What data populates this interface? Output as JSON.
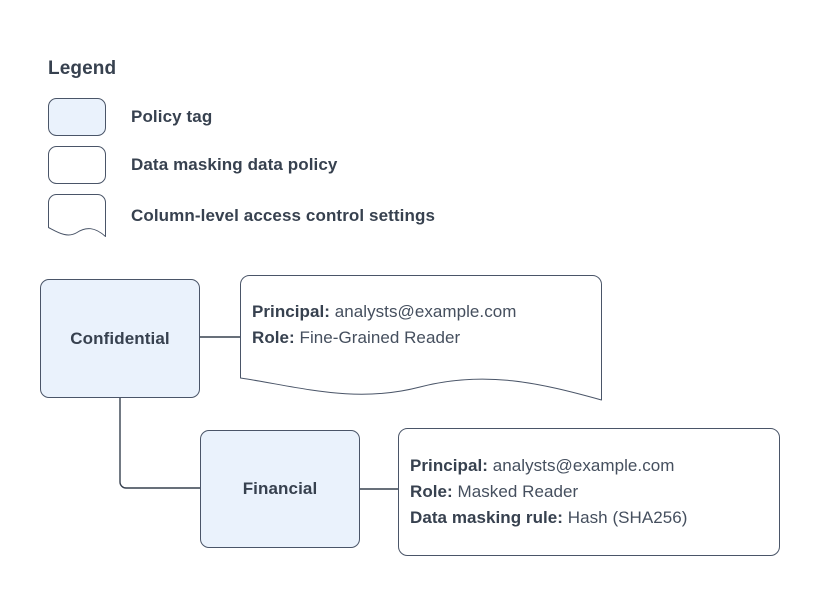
{
  "legend": {
    "title": "Legend",
    "items": [
      {
        "shape": "policy-tag-swatch",
        "label": "Policy tag",
        "fill": "#eaf2fc",
        "stroke": "#4a5568"
      },
      {
        "shape": "data-masking-policy-swatch",
        "label": "Data masking data policy",
        "fill": "#ffffff",
        "stroke": "#4a5568"
      },
      {
        "shape": "column-access-settings-swatch",
        "label": "Column-level access control settings",
        "fill": "#ffffff",
        "stroke": "#4a5568"
      }
    ]
  },
  "diagram": {
    "nodes": [
      {
        "id": "confidential",
        "label": "Confidential",
        "fill": "#eaf2fc",
        "stroke": "#4a5568"
      },
      {
        "id": "financial",
        "label": "Financial",
        "fill": "#eaf2fc",
        "stroke": "#4a5568"
      }
    ],
    "callouts": [
      {
        "id": "confidential-callout",
        "shape": "column-access-settings",
        "lines": [
          {
            "key": "Principal:",
            "value": " analysts@example.com"
          },
          {
            "key": "Role:",
            "value": " Fine-Grained Reader"
          }
        ]
      },
      {
        "id": "financial-callout",
        "shape": "data-masking-policy",
        "lines": [
          {
            "key": "Principal:",
            "value": " analysts@example.com"
          },
          {
            "key": "Role:",
            "value": " Masked Reader"
          },
          {
            "key": "Data masking rule:",
            "value": " Hash (SHA256)"
          }
        ]
      }
    ]
  },
  "colors": {
    "node_fill": "#eaf2fc",
    "stroke": "#4a5568",
    "text": "#37414f",
    "value_text": "#454f5e",
    "background": "#ffffff"
  }
}
